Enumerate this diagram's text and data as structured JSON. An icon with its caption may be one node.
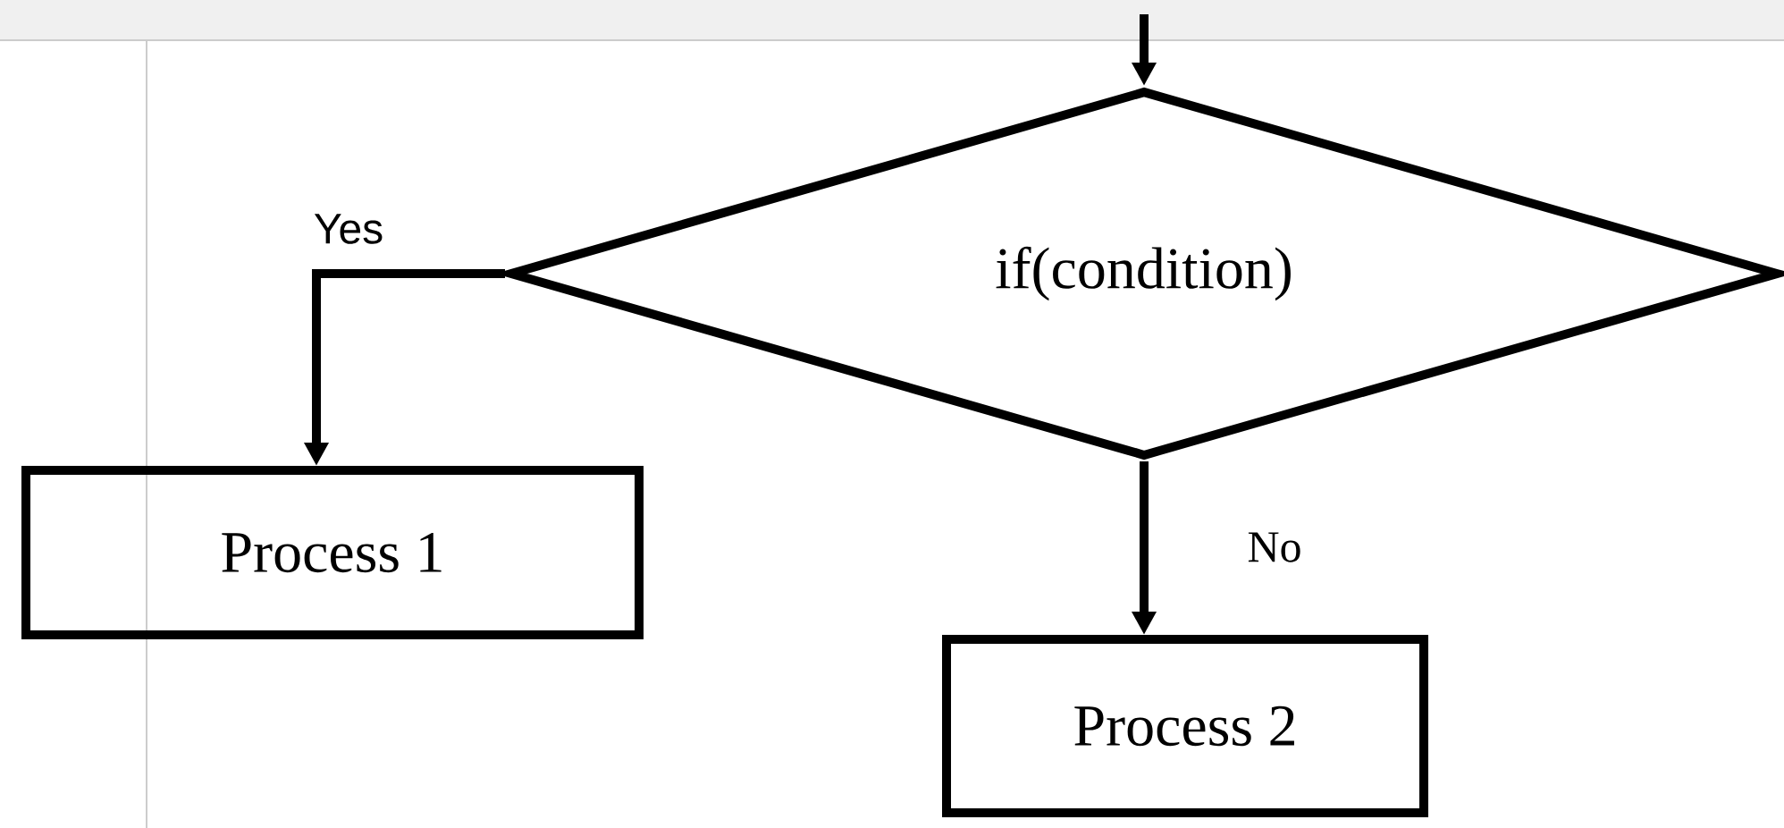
{
  "diagram": {
    "nodes": [
      {
        "text": [
          "if(condition)"
        ]
      },
      {
        "text": [
          "Process 1"
        ]
      },
      {
        "text": [
          "Process 2"
        ]
      }
    ],
    "edges": [
      {
        "from": null,
        "to": 0,
        "arrow": "to"
      },
      {
        "from": 0,
        "to": 1,
        "arrow": "to",
        "label": "Yes"
      },
      {
        "from": 0,
        "to": 2,
        "arrow": "to",
        "label": "No"
      }
    ]
  }
}
